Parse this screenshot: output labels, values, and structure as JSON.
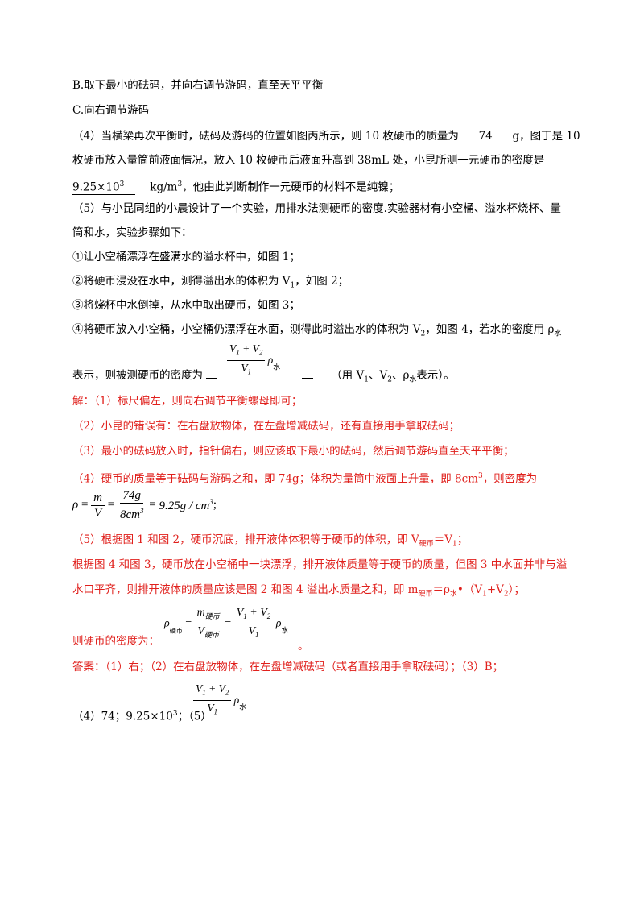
{
  "lines": {
    "b_option": "B.取下最小的砝码，并向右调节游码，直至天平平衡",
    "c_option": "C.向右调节游码",
    "q4_a": "（4）当横梁再次平衡时，砝码及游码的位置如图丙所示，则 10 枚硬币的质量为",
    "q4_blank1": "74",
    "q4_b": "g，图丁是 10",
    "q4_c": "枚硬币放入量筒前液面情况，放入 10 枚硬币后液面升高到 38mL 处，小昆所测一元硬币的密度是",
    "q4_blank2": "9.25×10",
    "q4_blank2_sup": "3",
    "q4_d": "kg/m",
    "q4_d_sup": "3",
    "q4_e": "，他由此判断制作一元硬币的材料不是纯镍；",
    "q5_a": "（5）与小昆同组的小晨设计了一个实验，用排水法测硬币的密度.实验器材有小空桶、溢水杯烧杯、量",
    "q5_b": "筒和水，实验步骤如下：",
    "step1": "①让小空桶漂浮在盛满水的溢水杯中，如图 1；",
    "step2_a": "②将硬币浸没在水中，测得溢出水的体积为 V",
    "step2_b": "，如图 2；",
    "step3": "③将烧杯中水倒掉，从水中取出硬币，如图 3；",
    "step4_a": "④将硬币放入小空桶，小空桶仍漂浮在水面，测得此时溢出水的体积为 V",
    "step4_b": "，如图 4，若水的密度用 ρ",
    "step4_c": "水",
    "express_a": "表示，则被测硬币的密度为",
    "express_b": "（用 V",
    "express_c": "、V",
    "express_d": "、ρ",
    "express_e": "水",
    "express_f": "表示）。"
  },
  "solution": {
    "s1": "解：（1）标尺偏左，则向右调节平衡螺母即可；",
    "s2": "（2）小昆的错误有：在右盘放物体，在左盘增减砝码，还有直接用手拿取砝码；",
    "s3": "（3）最小的砝码放入时，指针偏右，则应该取下最小的砝码，然后调节游码直至天平平衡；",
    "s4_a": "（4）硬币的质量等于砝码与游码之和，即 74g；体积为量筒中液面上升量，即 8cm",
    "s4_b": "，则密度为",
    "s5_a": "（5）根据图 1 和图 2，硬币沉底，排开液体体积等于硬币的体积，即 V",
    "s5_b": "硬币",
    "s5_c": "＝V",
    "s5_d": "；",
    "s6": "根据图 4 和图 3，硬币放在小空桶中一块漂浮，排开液体质量等于硬币的质量，但图 3 中水面并非与溢",
    "s7_a": "水口平齐，则排开液体的质量应该是图 2 和图 4 溢出水质量之和，即 m",
    "s7_b": "硬币",
    "s7_c": "＝ρ",
    "s7_d": "水",
    "s7_e": "•（V",
    "s7_f": "+V",
    "s7_g": "）；",
    "s8": "则硬币的密度为：",
    "s8_end": "。"
  },
  "answer": {
    "a1": "答案：（1）右；（2）在右盘放物体，在左盘增减砝码（或者直接用手拿取砝码）；（3）B；",
    "a2": "（4）74；9.25×10",
    "a2_sup": "3",
    "a2_b": "；（5）"
  },
  "math": {
    "rho": "ρ",
    "eq": "=",
    "m": "m",
    "V": "V",
    "num74g": "74g",
    "den8cm": "8cm",
    "den8cm_sup": "3",
    "result": "9.25g / cm",
    "result_sup": "3",
    "result_end": ";",
    "v1": "V",
    "v2": "V",
    "plus": " + ",
    "one": "1",
    "two": "2",
    "rho_water_sub": "水",
    "rho_coin_sub": "硬币",
    "m_coin_sub": "硬币",
    "v_coin_sub": "硬币"
  },
  "colors": {
    "solution": "#e0201c",
    "text": "#000000"
  }
}
